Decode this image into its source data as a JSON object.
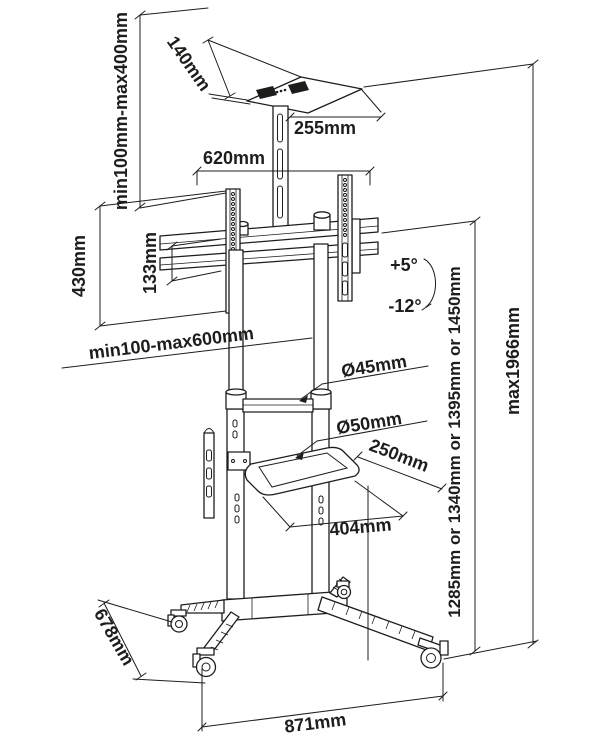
{
  "diagram": {
    "type": "technical-dimension-drawing",
    "subject": "Mobile TV cart / floor stand with camera shelf, VESA bracket, laptop tray and casters",
    "line_color": "#1d1d1b",
    "background_color": "#ffffff",
    "dimensions": {
      "camera_shelf_width": "140mm",
      "camera_pole_range": "min100mm-max400mm",
      "camera_shelf_depth": "255mm",
      "crossbar_width": "620mm",
      "bracket_height": "430mm",
      "crossbar_spacing": "133mm",
      "mount_width_range": "min100-max600mm",
      "tilt_up": "+5°",
      "tilt_down": "-12°",
      "upper_tube_diameter": "Ø45mm",
      "lower_tube_diameter": "Ø50mm",
      "tray_depth": "250mm",
      "tray_width": "404mm",
      "column_height_options": "1285mm or 1340mm or 1395mm or 1450mm",
      "max_height": "max1966mm",
      "base_depth": "678mm",
      "base_width": "871mm"
    }
  }
}
